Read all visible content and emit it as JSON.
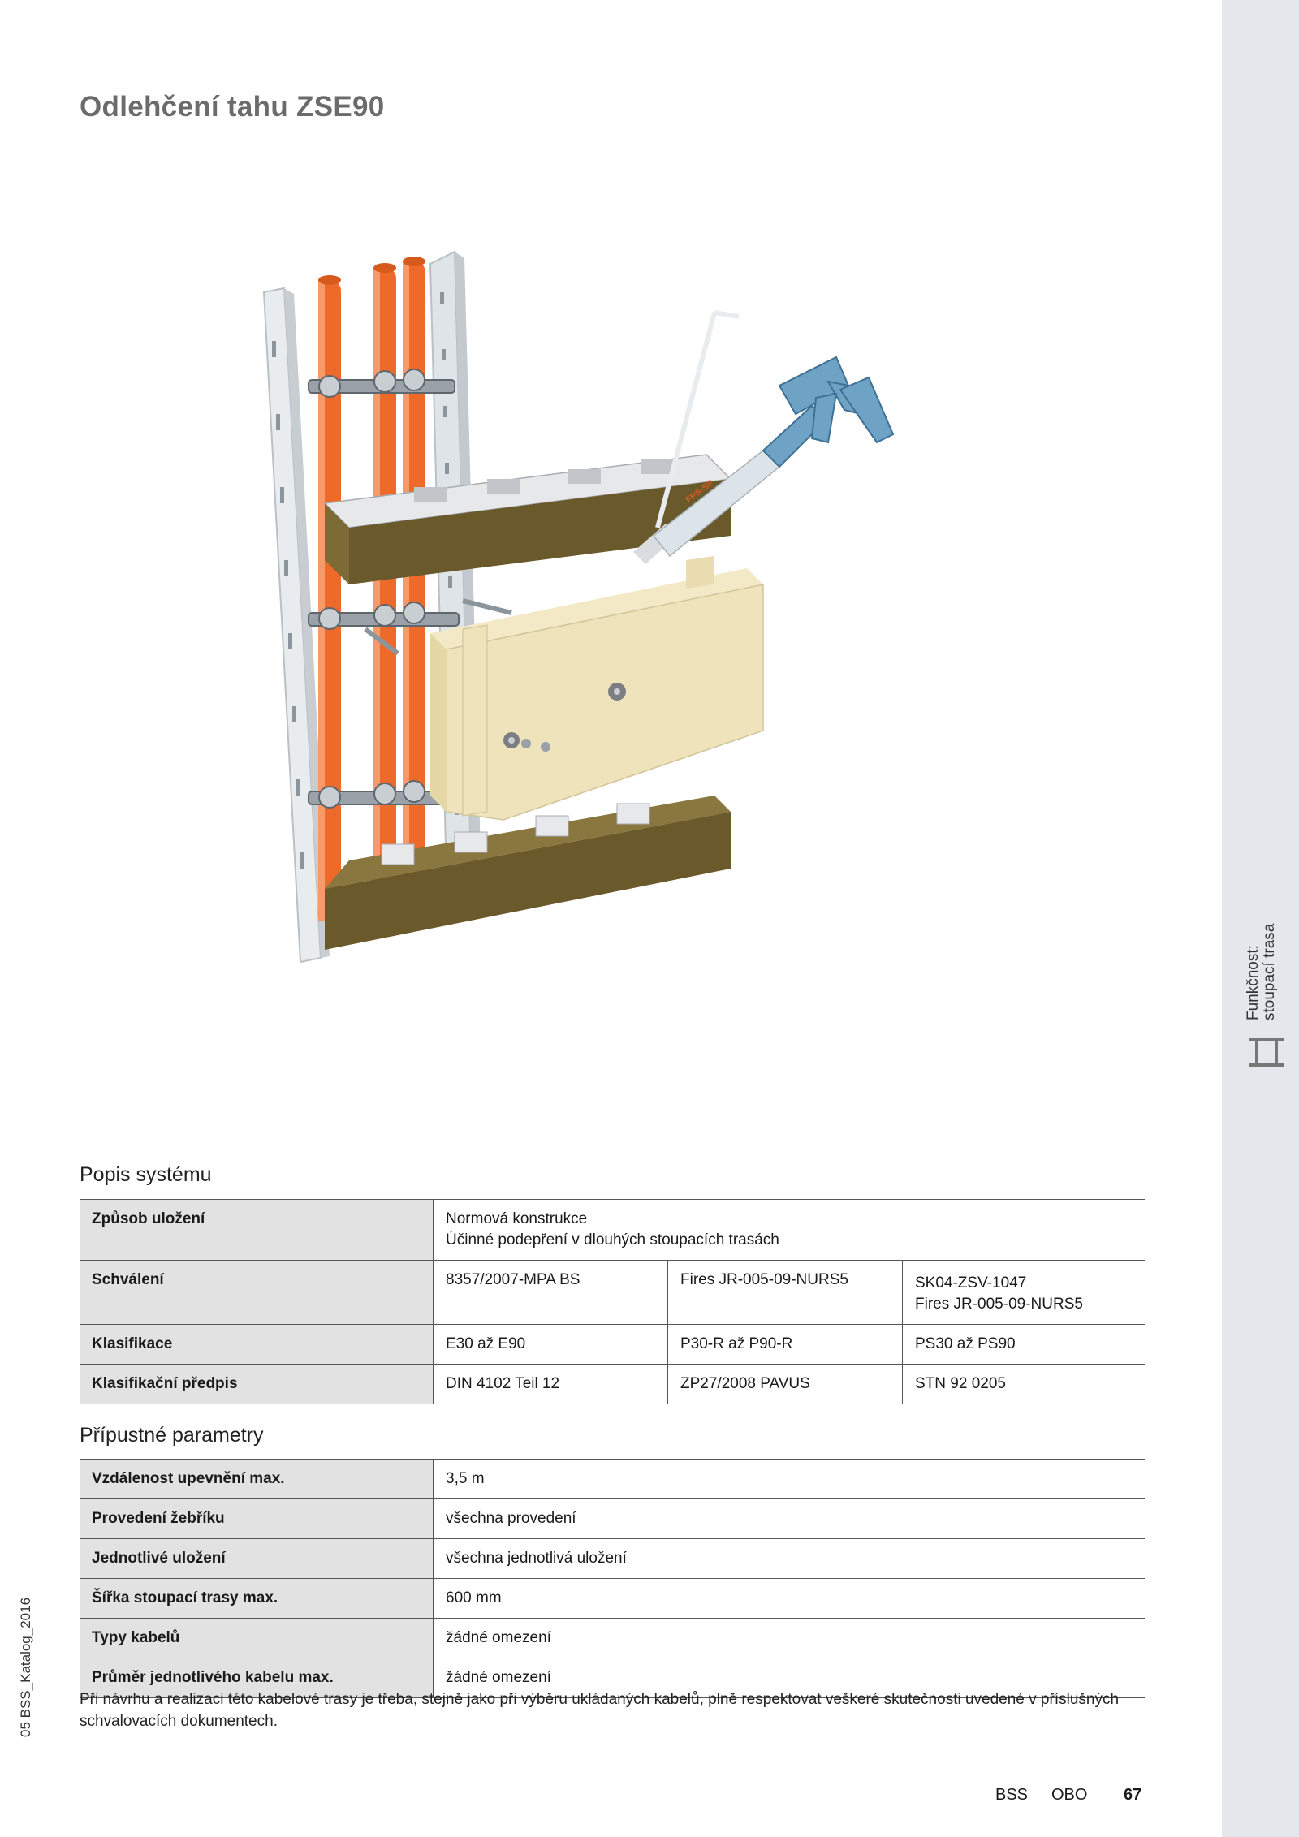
{
  "title": "Odlehčení tahu ZSE90",
  "side_tab": {
    "line1": "Funkčnost:",
    "line2": "stoupací trasa",
    "icon": "ladder-icon"
  },
  "left_vertical": "05 BSS_Katalog_2016",
  "illustration": {
    "cartridge_text": "FPS-SP"
  },
  "section1": {
    "heading": "Popis systému",
    "rows": [
      {
        "label": "Způsob uložení",
        "cells": [
          "Normová konstrukce\nÚčinné podepření v dlouhých stoupacích trasách"
        ]
      },
      {
        "label": "Schválení",
        "cells": [
          "8357/2007-MPA BS",
          "Fires JR-005-09-NURS5",
          "SK04-ZSV-1047\nFires JR-005-09-NURS5"
        ]
      },
      {
        "label": "Klasifikace",
        "cells": [
          "E30 až E90",
          "P30-R až P90-R",
          "PS30 až PS90"
        ]
      },
      {
        "label": "Klasifikační předpis",
        "cells": [
          "DIN 4102 Teil 12",
          "ZP27/2008 PAVUS",
          "STN 92 0205"
        ]
      }
    ]
  },
  "section2": {
    "heading": "Přípustné parametry",
    "rows": [
      {
        "label": "Vzdálenost upevnění max.",
        "value": "3,5 m"
      },
      {
        "label": "Provedení žebříku",
        "value": "všechna provedení"
      },
      {
        "label": "Jednotlivé uložení",
        "value": "všechna jednotlivá uložení"
      },
      {
        "label": "Šířka stoupací trasy max.",
        "value": "600 mm"
      },
      {
        "label": "Typy kabelů",
        "value": "žádné omezení"
      },
      {
        "label": "Průměr jednotlivého kabelu max.",
        "value": "žádné omezení"
      }
    ]
  },
  "note": "Při návrhu a realizaci této kabelové trasy je třeba, stejně jako při výběru ukládaných kabelů, plně respektovat veškeré skutečnosti uvedené v příslušných schvalovacích dokumentech.",
  "footer": {
    "brand1": "BSS",
    "brand2": "OBO",
    "page": "67"
  },
  "colors": {
    "side_band": "#e4e8ed",
    "cable": "#ee6a2a",
    "board": "#efe3bb",
    "mineral_wool": "#6a5a2b",
    "gun": "#6fa3c6"
  }
}
